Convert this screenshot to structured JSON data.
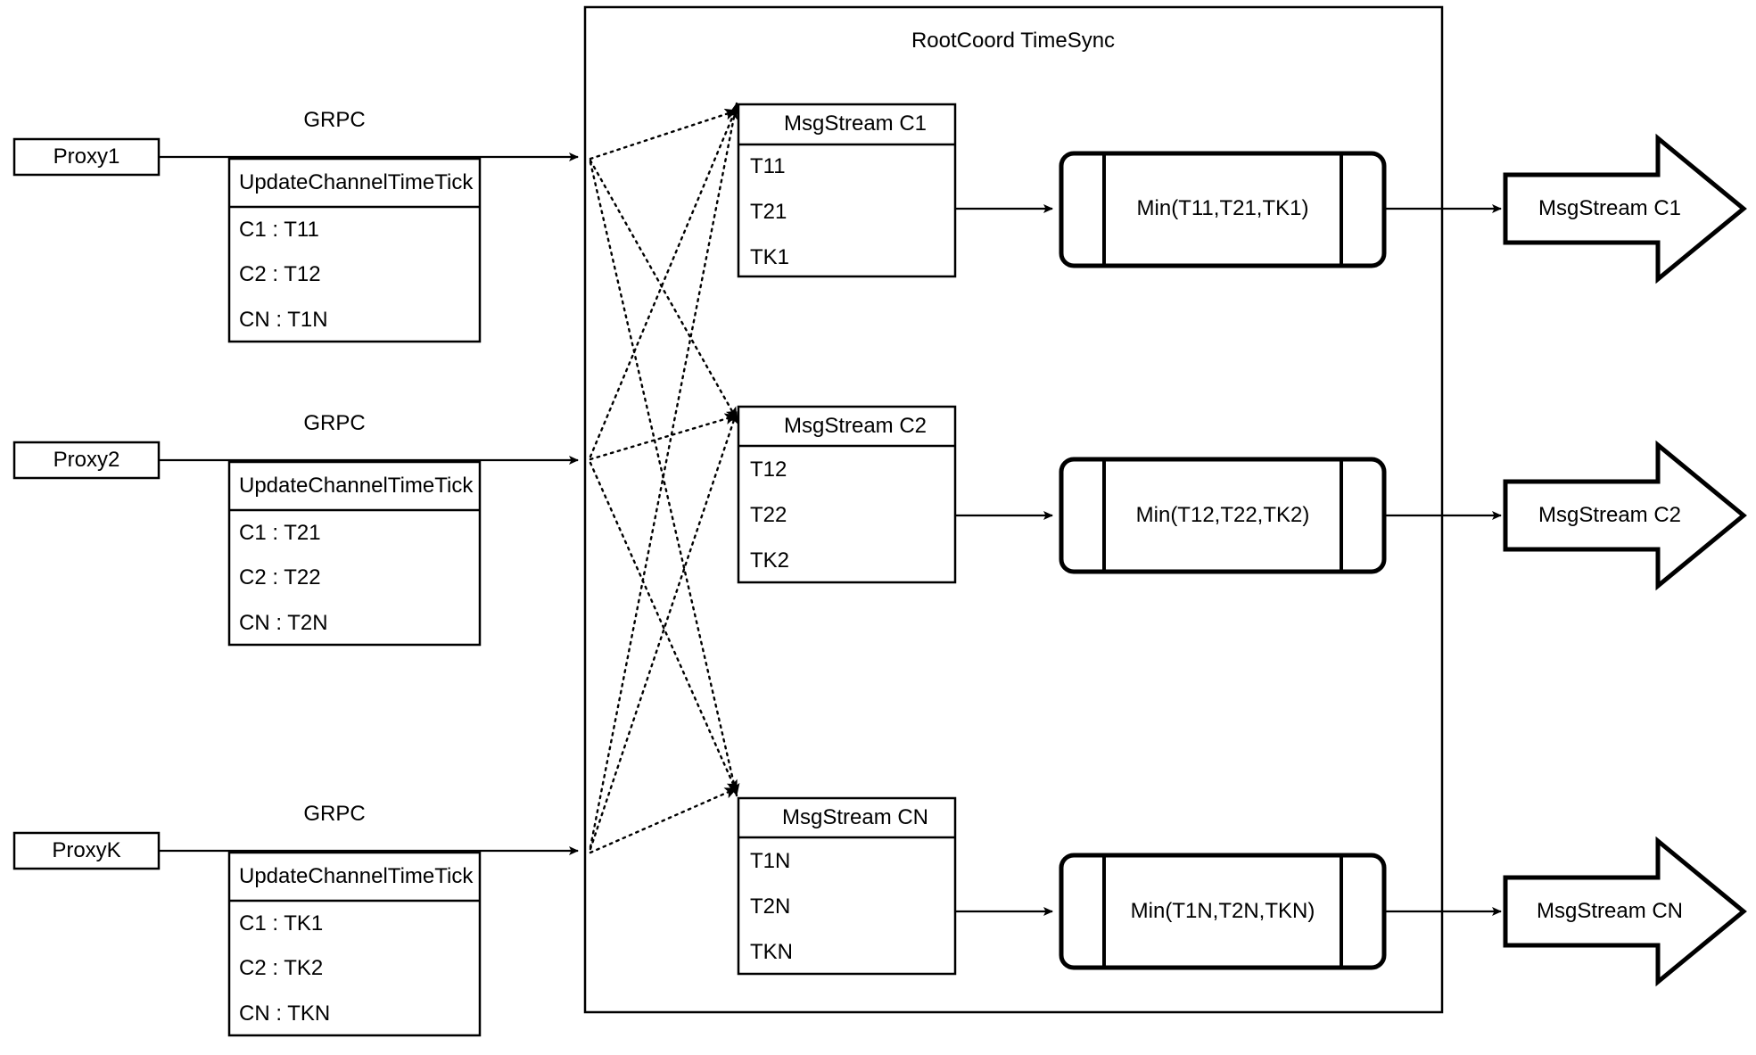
{
  "diagram": {
    "title": "RootCoord TimeSync",
    "container_label": "RootCoord TimeSync"
  },
  "proxies": [
    {
      "name": "Proxy1",
      "transport": "GRPC",
      "rpc_title": "UpdateChannelTimeTick",
      "entries": [
        "C1 :  T11",
        "C2 :  T12",
        "CN : T1N"
      ]
    },
    {
      "name": "Proxy2",
      "transport": "GRPC",
      "rpc_title": "UpdateChannelTimeTick",
      "entries": [
        "C1 :  T21",
        "C2 :  T22",
        "CN : T2N"
      ]
    },
    {
      "name": "ProxyK",
      "transport": "GRPC",
      "rpc_title": "UpdateChannelTimeTick",
      "entries": [
        "C1 :  TK1",
        "C2 :  TK2",
        "CN : TKN"
      ]
    }
  ],
  "channels": [
    {
      "stream_title": "MsgStream C1",
      "ticks": [
        "T11",
        "T21",
        "TK1"
      ],
      "min_label": "Min(T11,T21,TK1)",
      "output_label": "MsgStream C1"
    },
    {
      "stream_title": "MsgStream C2",
      "ticks": [
        "T12",
        "T22",
        "TK2"
      ],
      "min_label": "Min(T12,T22,TK2)",
      "output_label": "MsgStream C2"
    },
    {
      "stream_title": "MsgStream CN",
      "ticks": [
        "T1N",
        "T2N",
        "TKN"
      ],
      "min_label": "Min(T1N,T2N,TKN)",
      "output_label": "MsgStream CN"
    }
  ],
  "colors": {
    "stroke": "#000000",
    "background": "#ffffff",
    "text": "#000000"
  }
}
